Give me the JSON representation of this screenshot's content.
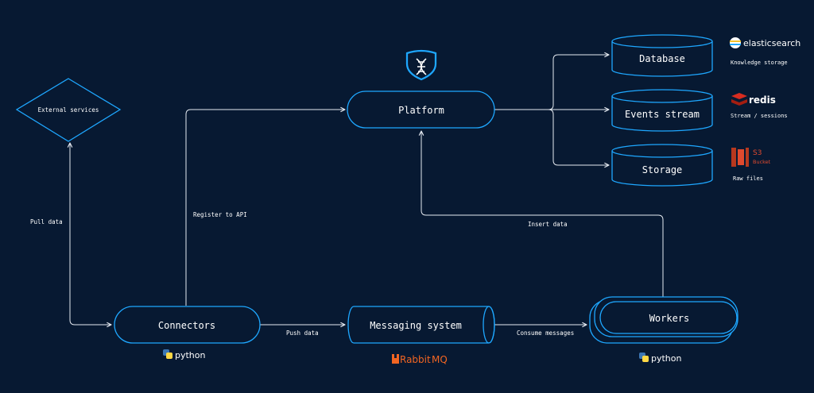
{
  "nodes": {
    "external_services": "External services",
    "platform": "Platform",
    "database": "Database",
    "events_stream": "Events stream",
    "storage": "Storage",
    "connectors": "Connectors",
    "messaging_system": "Messaging system",
    "workers": "Workers"
  },
  "edges": {
    "pull_data": "Pull data",
    "register_to_api": "Register to API",
    "insert_data": "Insert data",
    "push_data": "Push data",
    "consume_messages": "Consume messages"
  },
  "tech": {
    "elasticsearch": {
      "name": "elasticsearch",
      "caption": "Knowledge storage"
    },
    "redis": {
      "name": "redis",
      "caption": "Stream / sessions"
    },
    "s3": {
      "name": "S3",
      "sub": "Bucket",
      "caption": "Raw files"
    },
    "python_connectors": "python",
    "rabbitmq_prefix": "Rabbit",
    "rabbitmq_suffix": "MQ",
    "python_workers": "python"
  },
  "colors": {
    "background": "#071932",
    "stroke": "#1ea7ff",
    "line": "#e6ebf2",
    "text": "#ffffff",
    "elastic": "#f3c12e",
    "redis": "#d82c20",
    "s3": "#e04a2f",
    "rabbitmq": "#f26522",
    "python_blue": "#3c76b3",
    "python_yellow": "#ffd845"
  }
}
